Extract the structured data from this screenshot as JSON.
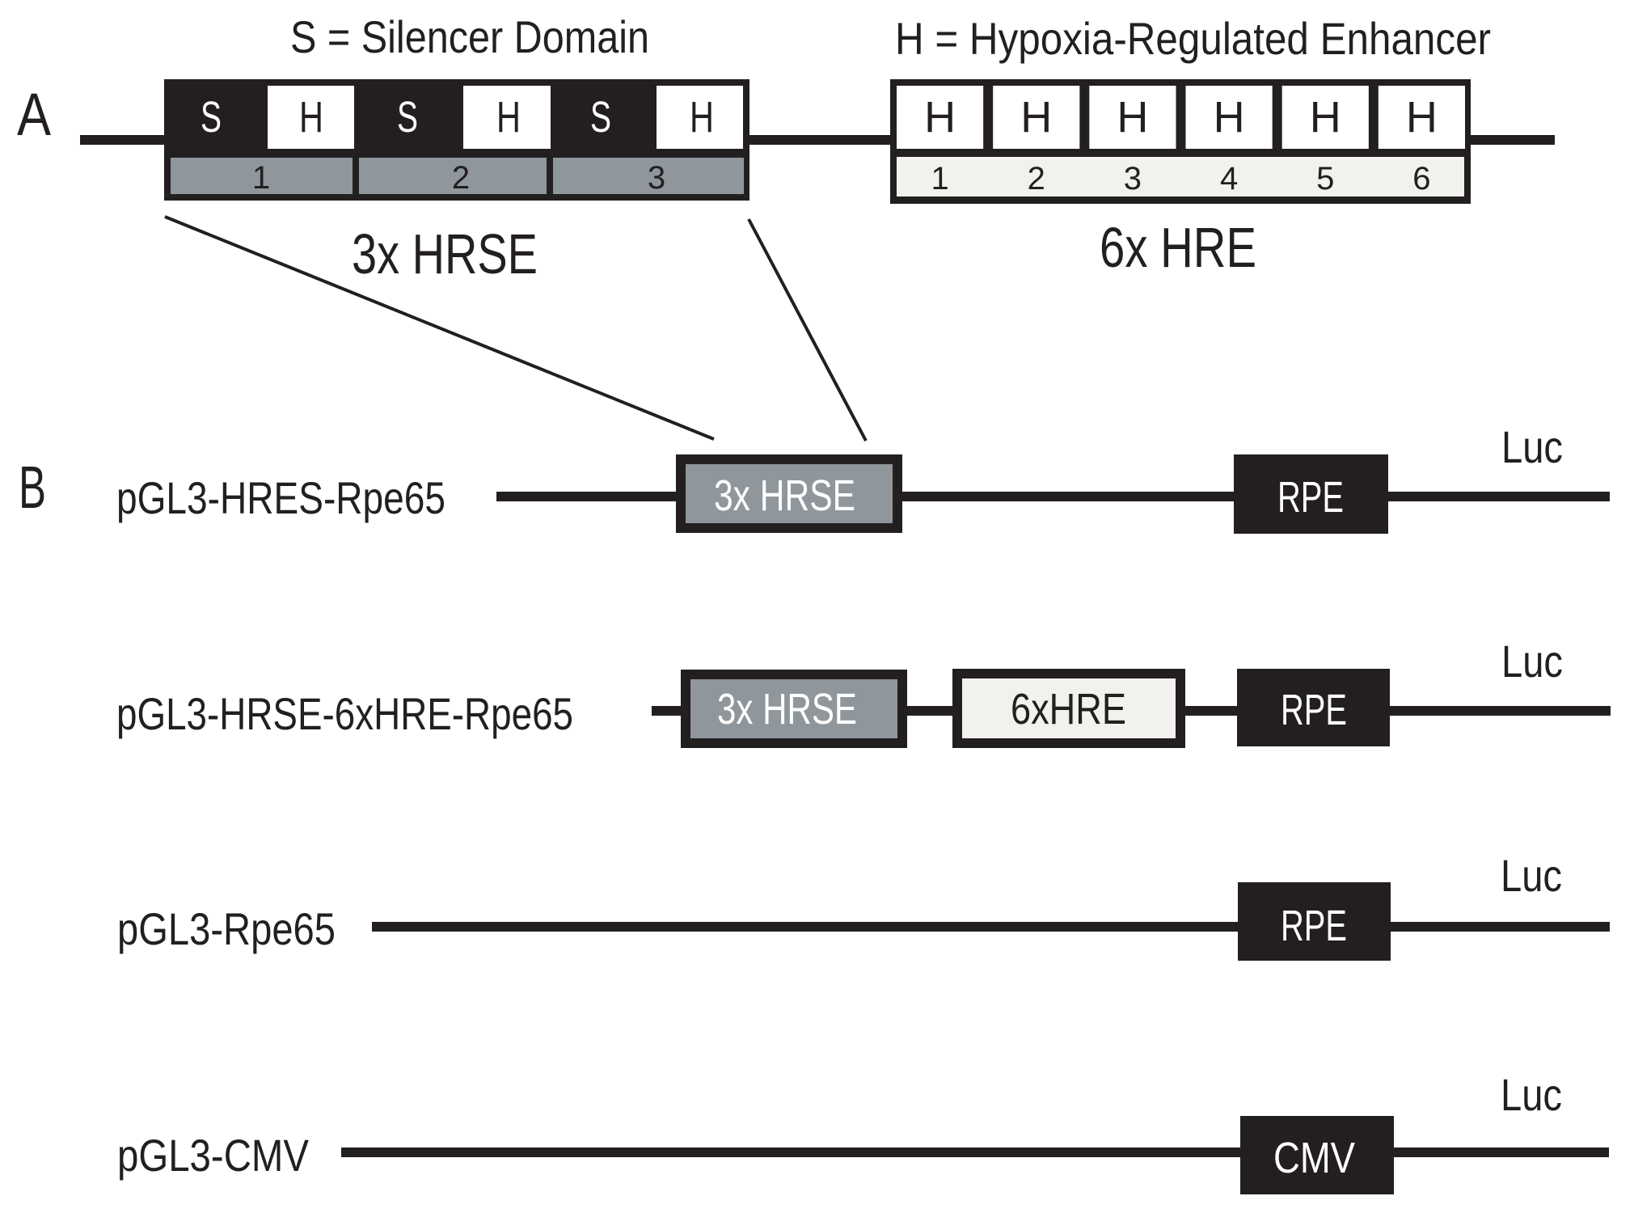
{
  "panel_a": {
    "letter": "A",
    "legend_silencer": "S = Silencer Domain",
    "legend_enhancer": "H = Hypoxia-Regulated Enhancer",
    "hrse": {
      "label": "3x HRSE",
      "units": [
        {
          "s": "S",
          "h": "H",
          "number": "1"
        },
        {
          "s": "S",
          "h": "H",
          "number": "2"
        },
        {
          "s": "S",
          "h": "H",
          "number": "3"
        }
      ]
    },
    "hre": {
      "label": "6x HRE",
      "units": [
        {
          "h": "H",
          "number": "1"
        },
        {
          "h": "H",
          "number": "2"
        },
        {
          "h": "H",
          "number": "3"
        },
        {
          "h": "H",
          "number": "4"
        },
        {
          "h": "H",
          "number": "5"
        },
        {
          "h": "H",
          "number": "6"
        }
      ]
    }
  },
  "panel_b": {
    "letter": "B",
    "constructs": [
      {
        "name": "pGL3-HRES-Rpe65",
        "elements": [
          "3x HRSE",
          "RPE"
        ],
        "reporter": "Luc"
      },
      {
        "name": "pGL3-HRSE-6xHRE-Rpe65",
        "elements": [
          "3x HRSE",
          "6xHRE",
          "RPE"
        ],
        "reporter": "Luc"
      },
      {
        "name": "pGL3-Rpe65",
        "elements": [
          "RPE"
        ],
        "reporter": "Luc"
      },
      {
        "name": "pGL3-CMV",
        "elements": [
          "CMV"
        ],
        "reporter": "Luc"
      }
    ]
  },
  "colors": {
    "ink": "#231f20",
    "silencer_fill": "#231f20",
    "hrse_fill": "#8f969c",
    "hre_fill": "#f1f1ed",
    "enhancer_fill": "#ffffff",
    "promoter_fill": "#231f20"
  }
}
